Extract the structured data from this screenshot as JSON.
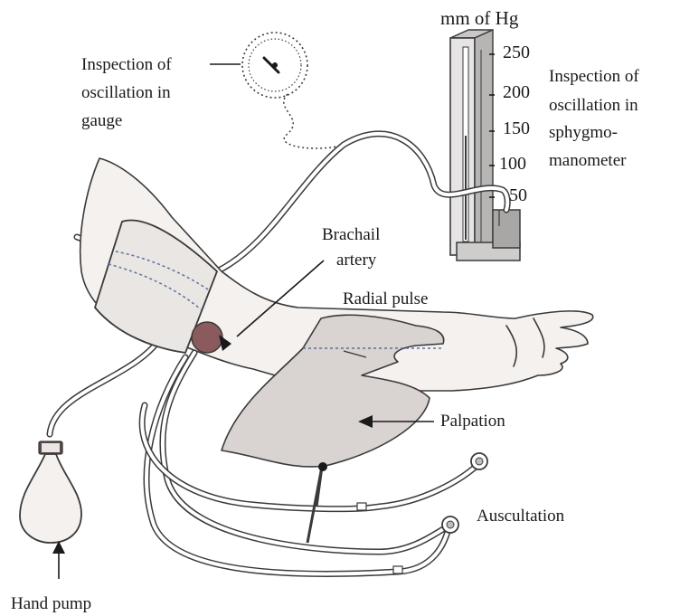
{
  "labels": {
    "mm_of_hg": "mm of Hg",
    "gauge_l1": "Inspection of",
    "gauge_l2": "oscillation in",
    "gauge_l3": "gauge",
    "sphyg_l1": "Inspection of",
    "sphyg_l2": "oscillation in",
    "sphyg_l3": "sphygmo-",
    "sphyg_l4": "manometer",
    "brachial_l1": "Brachail",
    "brachial_l2": "artery",
    "radial_pulse": "Radial pulse",
    "palpation": "Palpation",
    "auscultation": "Auscultation",
    "hand_pump": "Hand pump"
  },
  "scale": [
    "250",
    "200",
    "150",
    "100",
    "50"
  ],
  "colors": {
    "ink": "#1a1a1a",
    "skin": "#f4f1ee",
    "glove": "#d9d3d1",
    "artery": "#8a5a5c",
    "cuff_dots": "#5b6f9e"
  }
}
